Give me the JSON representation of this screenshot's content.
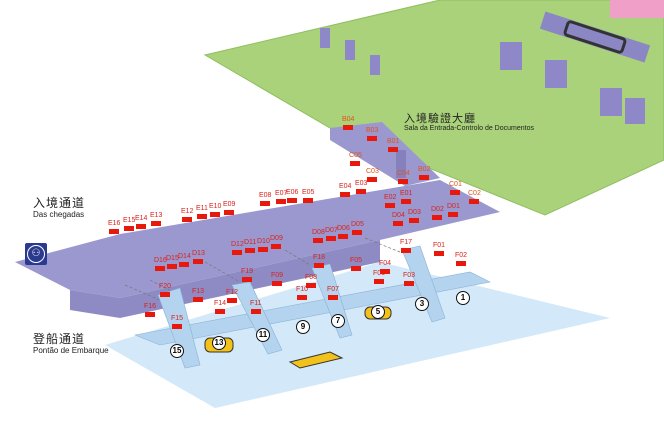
{
  "areas": {
    "arrival_corridor": {
      "zh": "入境通道",
      "pt": "Das chegadas"
    },
    "boarding_pontoon": {
      "zh": "登船通道",
      "pt": "Pontão de Embarque"
    },
    "immigration_hall": {
      "zh": "入境驗證大廳",
      "pt": "Sala da Entrada-Controlo de Documentos"
    }
  },
  "gates": [
    "B04",
    "B03",
    "B01",
    "B02",
    "C05",
    "C03",
    "C04",
    "C01",
    "C02",
    "E16",
    "E15",
    "E14",
    "E13",
    "E12",
    "E11",
    "E10",
    "E09",
    "E08",
    "E07",
    "E06",
    "E05",
    "E04",
    "E03",
    "E02",
    "E01",
    "D16",
    "D15",
    "D14",
    "D13",
    "D12",
    "D11",
    "D10",
    "D09",
    "D08",
    "D07",
    "D06",
    "D05",
    "D04",
    "D03",
    "D02",
    "D01",
    "F20",
    "F19",
    "F18",
    "F17",
    "F16",
    "F15",
    "F14",
    "F13",
    "F12",
    "F11",
    "F10",
    "F09",
    "F08",
    "F07",
    "F06",
    "F05",
    "F04",
    "F03",
    "F02",
    "F01"
  ],
  "berths": [
    "1",
    "3",
    "5",
    "7",
    "9",
    "11",
    "13",
    "15"
  ],
  "icons": {
    "toilet": "restroom-icon"
  },
  "colors": {
    "plaza": "#a9d27a",
    "corridor": "#9b98cf",
    "pontoon": "#b3d3ee",
    "water": "#d3e8f8",
    "gate": "#e8180c",
    "boat": "#f2c21b"
  }
}
